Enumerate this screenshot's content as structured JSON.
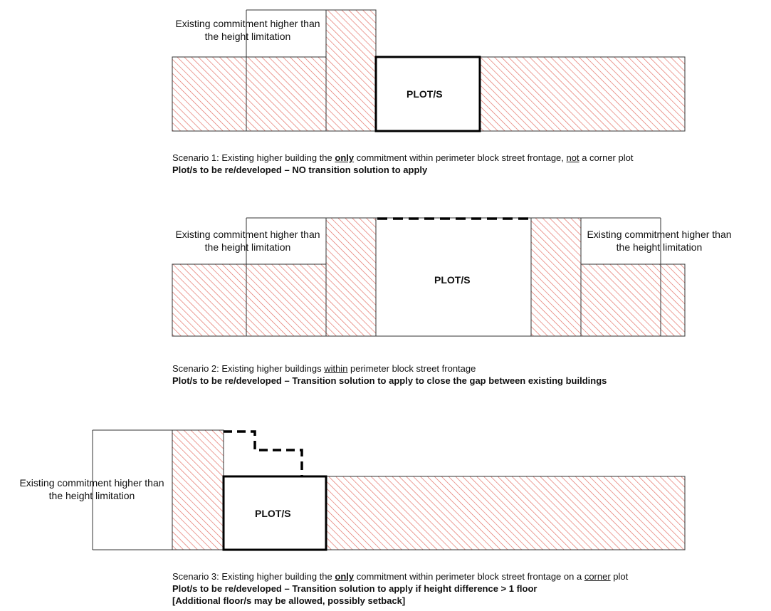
{
  "colors": {
    "hatch": "#e26a5f",
    "outline": "#222222",
    "plot_border": "#000000"
  },
  "scenario1": {
    "existing_label": "Existing commitment higher than the height limitation",
    "plot_label": "PLOT/S",
    "caption_line1": {
      "a": "Scenario 1: Existing higher building the ",
      "b": "only",
      "c": " commitment within perimeter block street frontage, ",
      "d": "not",
      "e": " a corner plot"
    },
    "caption_line2": "Plot/s to be re/developed – NO transition solution to apply"
  },
  "scenario2": {
    "existing_label_left": "Existing commitment higher than the height limitation",
    "existing_label_right": "Existing commitment higher than the height limitation",
    "plot_label": "PLOT/S",
    "caption_line1": {
      "a": "Scenario 2: Existing higher buildings ",
      "b": "within",
      "c": " perimeter block street frontage"
    },
    "caption_line2": "Plot/s to be re/developed – Transition solution to apply to close the gap between existing buildings"
  },
  "scenario3": {
    "existing_label": "Existing commitment higher than the height limitation",
    "plot_label": "PLOT/S",
    "caption_line1": {
      "a": "Scenario 3: Existing higher building the ",
      "b": "only",
      "c": " commitment within perimeter block street frontage on a ",
      "d": "corner",
      "e": " plot"
    },
    "caption_line2": "Plot/s to be re/developed – Transition solution to apply if height difference > 1 floor",
    "caption_line3": "[Additional floor/s may be allowed, possibly setback]"
  }
}
